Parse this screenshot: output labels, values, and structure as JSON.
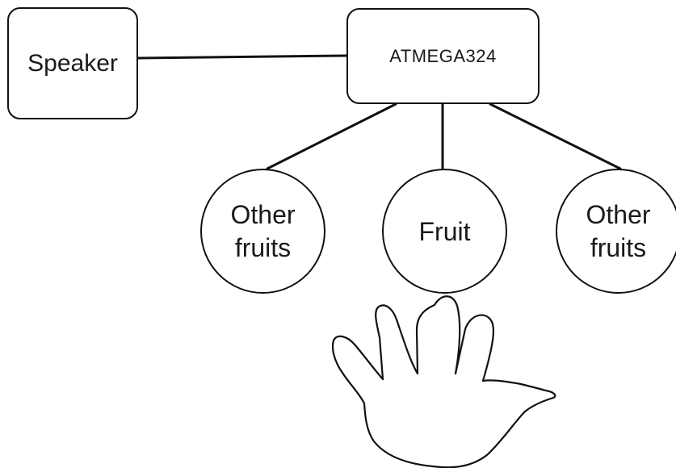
{
  "diagram": {
    "nodes": {
      "speaker": {
        "label": "Speaker"
      },
      "microcontroller": {
        "label": "ATMEGA324"
      },
      "fruits": [
        {
          "line1": "Other",
          "line2": "fruits"
        },
        {
          "label": "Fruit"
        },
        {
          "line1": "Other",
          "line2": "fruits"
        }
      ]
    },
    "edges": [
      {
        "from": "speaker",
        "to": "microcontroller"
      },
      {
        "from": "microcontroller",
        "to": "fruits.0"
      },
      {
        "from": "microcontroller",
        "to": "fruits.1"
      },
      {
        "from": "microcontroller",
        "to": "fruits.2"
      }
    ],
    "illustration": {
      "icon": "hand-outline-icon"
    }
  }
}
